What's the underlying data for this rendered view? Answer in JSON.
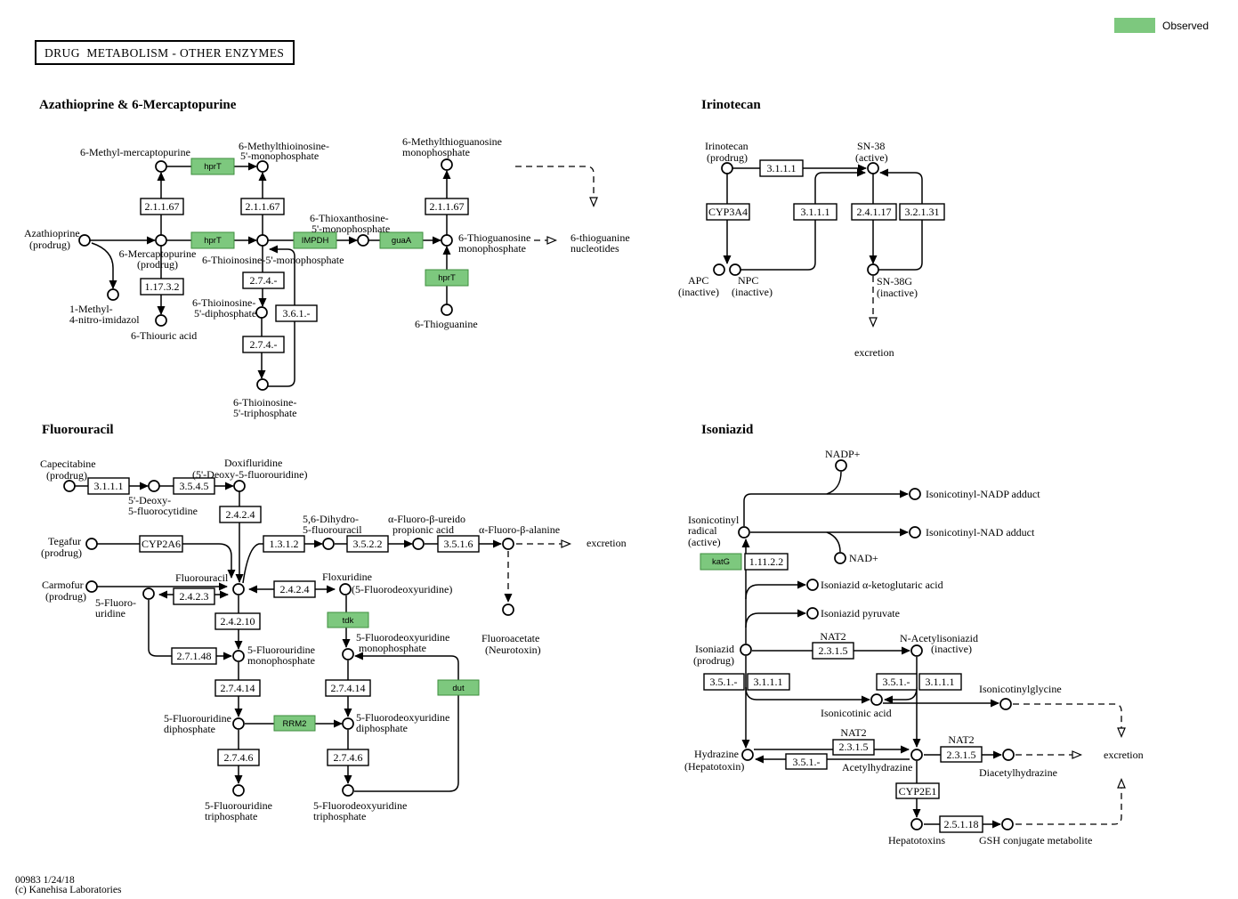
{
  "header": {
    "title": "DRUG  METABOLISM - OTHER ENZYMES"
  },
  "legend": {
    "observed": "Observed"
  },
  "colors": {
    "observed_green": "#7dc87e"
  },
  "footer": {
    "line1": "00983 1/24/18",
    "line2": "(c) Kanehisa Laboratories"
  },
  "sections": {
    "aza": {
      "header": "Azathioprine & 6-Mercaptopurine",
      "compounds": {
        "azathioprine": [
          "Azathioprine",
          "(prodrug)"
        ],
        "methylMercaptopurine": [
          "6-Methyl-mercaptopurine"
        ],
        "methylthioinosineMP": [
          "6-Methylthioinosine-",
          "5'-monophosphate"
        ],
        "mercaptopurine": [
          "6-Mercaptopurine",
          "(prodrug)"
        ],
        "thioinosineMP": [
          "6-Thioinosine-5'-monophosphate"
        ],
        "methylNitroImidazol": [
          "1-Methyl-",
          "4-nitro-imidazol"
        ],
        "thiouricAcid": [
          "6-Thiouric acid"
        ],
        "thioinosineDP": [
          "6-Thioinosine-",
          "5'-diphosphate"
        ],
        "thioinosineTP": [
          "6-Thioinosine-",
          "5'-triphosphate"
        ],
        "thioxanthosineMP": [
          "6-Thioxanthosine-",
          "5'-monophosphate"
        ],
        "thioguanosineMP": [
          "6-Thioguanosine",
          "monophosphate"
        ],
        "methylthioguanosineMP": [
          "6-Methylthioguanosine",
          "monophosphate"
        ],
        "thioguanine": [
          "6-Thioguanine"
        ],
        "thioguanineNucleotides": [
          "6-thioguanine",
          "nucleotides"
        ]
      },
      "enzymes": {
        "hprT": "hprT",
        "IMPDH": "IMPDH",
        "guaA": "guaA",
        "ec21167": "2.1.1.67",
        "ec11732": "1.17.3.2",
        "ec274": "2.7.4.-",
        "ec361": "3.6.1.-"
      }
    },
    "iri": {
      "header": "Irinotecan",
      "compounds": {
        "irinotecan": [
          "Irinotecan",
          "(prodrug)"
        ],
        "sn38": [
          "SN-38",
          "(active)"
        ],
        "apc": [
          "APC",
          "(inactive)"
        ],
        "npc": [
          "NPC",
          "(inactive)"
        ],
        "sn38g": [
          "SN-38G",
          "(inactive)"
        ]
      },
      "enzymes": {
        "ec3111": "3.1.1.1",
        "CYP3A4": "CYP3A4",
        "ec24117": "2.4.1.17",
        "ec32131": "3.2.1.31"
      },
      "excretion": "excretion"
    },
    "flu": {
      "header": "Fluorouracil",
      "compounds": {
        "capecitabine": [
          "Capecitabine",
          "(prodrug)"
        ],
        "deoxyFluorocytidine": [
          "5'-Deoxy-",
          "5-fluorocytidine"
        ],
        "doxifluridine": [
          "Doxifluridine",
          "(5'-Deoxy-5-fluorouridine)"
        ],
        "tegafur": [
          "Tegafur",
          "(prodrug)"
        ],
        "carmofur": [
          "Carmofur",
          "(prodrug)"
        ],
        "fluorouracil": [
          "Fluorouracil"
        ],
        "fluorouridine": [
          "5-Fluoro-",
          "uridine"
        ],
        "dihydroFluorouracil": [
          "5,6-Dihydro-",
          "5-fluorouracil"
        ],
        "fluoroUreidoPropionicAcid": [
          "α-Fluoro-β-ureido",
          "propionic acid"
        ],
        "fluoroAlanine": [
          "α-Fluoro-β-alanine"
        ],
        "fluoroacetate": [
          "Fluoroacetate",
          "(Neurotoxin)"
        ],
        "floxuridine": [
          "Floxuridine",
          "(5-Fluorodeoxyuridine)"
        ],
        "fluorouridineMP": [
          "5-Fluorouridine",
          "monophosphate"
        ],
        "fluorodeoxyuridineMP": [
          "5-Fluorodeoxyuridine",
          "monophosphate"
        ],
        "fluorouridineDP": [
          "5-Fluorouridine",
          "diphosphate"
        ],
        "fluorodeoxyuridineDP": [
          "5-Fluorodeoxyuridine",
          "diphosphate"
        ],
        "fluorouridineTP": [
          "5-Fluorouridine",
          "triphosphate"
        ],
        "fluorodeoxyuridineTP": [
          "5-Fluorodeoxyuridine",
          "triphosphate"
        ]
      },
      "enzymes": {
        "ec3111": "3.1.1.1",
        "ec3545": "3.5.4.5",
        "ec2424": "2.4.2.4",
        "CYP2A6": "CYP2A6",
        "ec1312": "1.3.1.2",
        "ec3522": "3.5.2.2",
        "ec3516": "3.5.1.6",
        "ec2423": "2.4.2.3",
        "ec24210": "2.4.2.10",
        "ec27148": "2.7.1.48",
        "tdk": "tdk",
        "ec27414": "2.7.4.14",
        "dut": "dut",
        "RRM2": "RRM2",
        "ec2746": "2.7.4.6"
      },
      "excretion": "excretion"
    },
    "iso": {
      "header": "Isoniazid",
      "compounds": {
        "nadp": [
          "NADP+"
        ],
        "nad": [
          "NAD+"
        ],
        "isonicotinylRadical": [
          "Isonicotinyl",
          "radical",
          "(active)"
        ],
        "nadpAdduct": [
          "Isonicotinyl-NADP adduct"
        ],
        "nadAdduct": [
          "Isonicotinyl-NAD adduct"
        ],
        "ketoglutaricAcid": [
          "Isoniazid α-ketoglutaric acid"
        ],
        "pyruvate": [
          "Isoniazid pyruvate"
        ],
        "isoniazid": [
          "Isoniazid",
          "(prodrug)"
        ],
        "nAcetylisoniazid": [
          "N-Acetylisoniazid",
          "(inactive)"
        ],
        "isonicotinicAcid": [
          "Isonicotinic acid"
        ],
        "isonicotinylglycine": [
          "Isonicotinylglycine"
        ],
        "hydrazine": [
          "Hydrazine",
          "(Hepatotoxin)"
        ],
        "acetylhydrazine": [
          "Acetylhydrazine"
        ],
        "diacetylhydrazine": [
          "Diacetylhydrazine"
        ],
        "hepatotoxins": [
          "Hepatotoxins"
        ],
        "gshConjugate": [
          "GSH conjugate metabolite"
        ]
      },
      "enzymes": {
        "katG": "katG",
        "ec11122": "1.11.2.2",
        "NAT2": "NAT2",
        "ec2315": "2.3.1.5",
        "ec351": "3.5.1.-",
        "ec3111": "3.1.1.1",
        "CYP2E1": "CYP2E1",
        "ec25118": "2.5.1.18"
      },
      "excretion": "excretion"
    }
  }
}
